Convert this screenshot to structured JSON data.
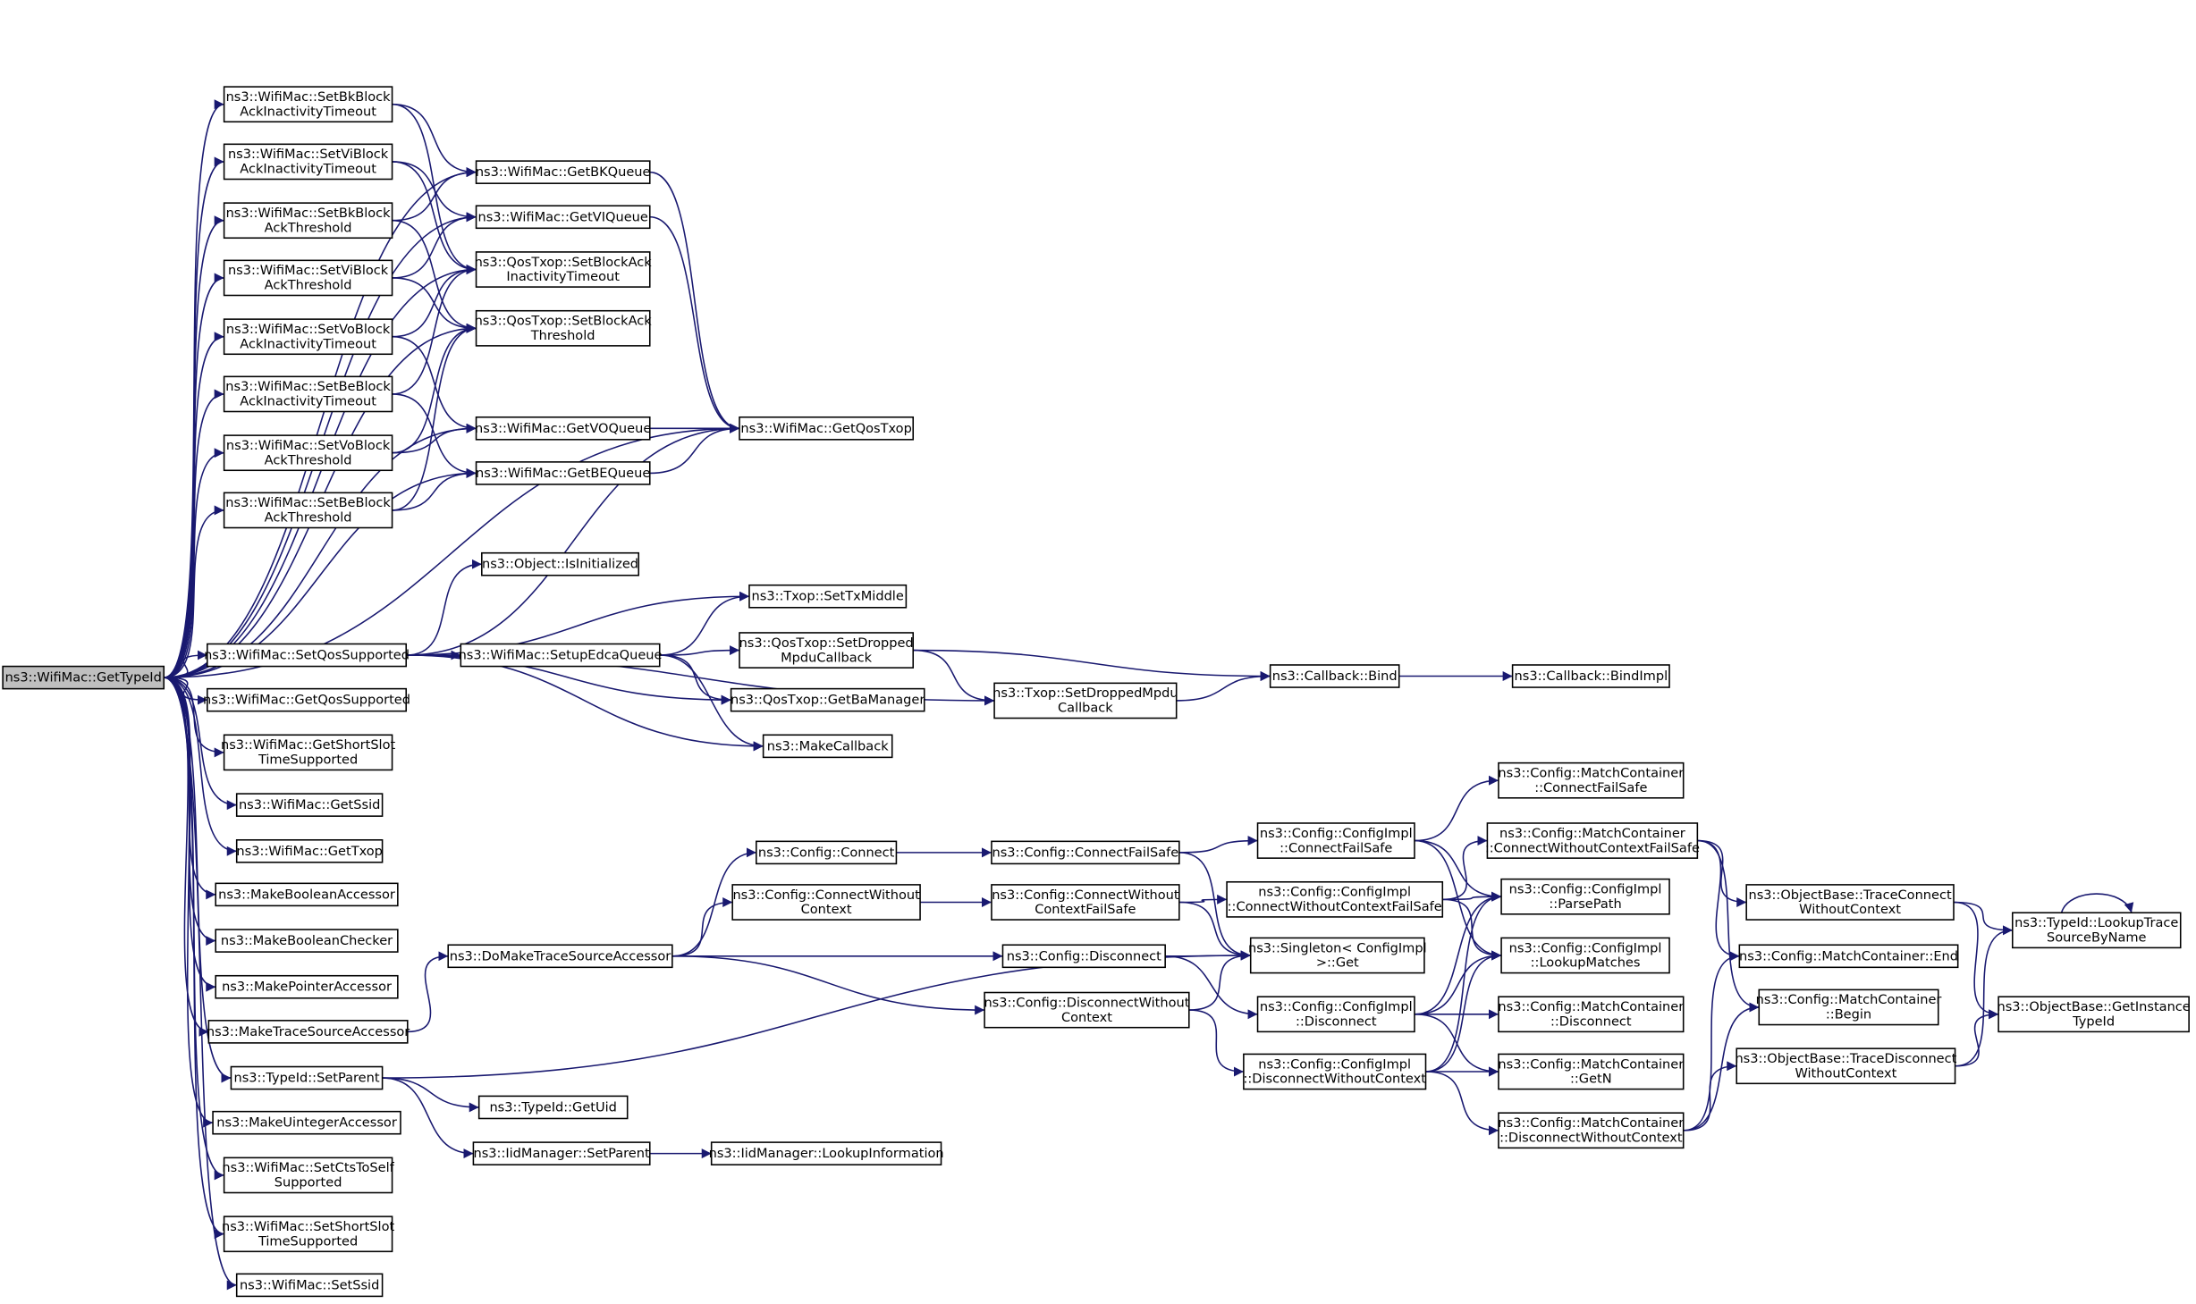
{
  "root": "ns3::WifiMac::GetTypeId",
  "nodes": [
    {
      "id": "root",
      "lines": [
        "ns3::WifiMac::GetTypeId"
      ]
    },
    {
      "id": "setBkBlockAckInact",
      "lines": [
        "ns3::WifiMac::SetBkBlock",
        "AckInactivityTimeout"
      ]
    },
    {
      "id": "setViBlockAckInact",
      "lines": [
        "ns3::WifiMac::SetViBlock",
        "AckInactivityTimeout"
      ]
    },
    {
      "id": "setBkBlockAckThr",
      "lines": [
        "ns3::WifiMac::SetBkBlock",
        "AckThreshold"
      ]
    },
    {
      "id": "setViBlockAckThr",
      "lines": [
        "ns3::WifiMac::SetViBlock",
        "AckThreshold"
      ]
    },
    {
      "id": "setVoBlockAckInact",
      "lines": [
        "ns3::WifiMac::SetVoBlock",
        "AckInactivityTimeout"
      ]
    },
    {
      "id": "setBeBlockAckInact",
      "lines": [
        "ns3::WifiMac::SetBeBlock",
        "AckInactivityTimeout"
      ]
    },
    {
      "id": "setVoBlockAckThr",
      "lines": [
        "ns3::WifiMac::SetVoBlock",
        "AckThreshold"
      ]
    },
    {
      "id": "setBeBlockAckThr",
      "lines": [
        "ns3::WifiMac::SetBeBlock",
        "AckThreshold"
      ]
    },
    {
      "id": "setQosSupported",
      "lines": [
        "ns3::WifiMac::SetQosSupported"
      ]
    },
    {
      "id": "getQosSupported",
      "lines": [
        "ns3::WifiMac::GetQosSupported"
      ]
    },
    {
      "id": "getShortSlot",
      "lines": [
        "ns3::WifiMac::GetShortSlot",
        "TimeSupported"
      ]
    },
    {
      "id": "getSsid",
      "lines": [
        "ns3::WifiMac::GetSsid"
      ]
    },
    {
      "id": "getTxop",
      "lines": [
        "ns3::WifiMac::GetTxop"
      ]
    },
    {
      "id": "makeBoolAccessor",
      "lines": [
        "ns3::MakeBooleanAccessor"
      ]
    },
    {
      "id": "makeBoolChecker",
      "lines": [
        "ns3::MakeBooleanChecker"
      ]
    },
    {
      "id": "makePtrAccessor",
      "lines": [
        "ns3::MakePointerAccessor"
      ]
    },
    {
      "id": "makeTraceSrcAccessor",
      "lines": [
        "ns3::MakeTraceSourceAccessor"
      ]
    },
    {
      "id": "typeIdSetParent",
      "lines": [
        "ns3::TypeId::SetParent"
      ]
    },
    {
      "id": "makeUintAccessor",
      "lines": [
        "ns3::MakeUintegerAccessor"
      ]
    },
    {
      "id": "setCtsToSelf",
      "lines": [
        "ns3::WifiMac::SetCtsToSelf",
        "Supported"
      ]
    },
    {
      "id": "setShortSlot",
      "lines": [
        "ns3::WifiMac::SetShortSlot",
        "TimeSupported"
      ]
    },
    {
      "id": "setSsid",
      "lines": [
        "ns3::WifiMac::SetSsid"
      ]
    },
    {
      "id": "getBKQueue",
      "lines": [
        "ns3::WifiMac::GetBKQueue"
      ]
    },
    {
      "id": "getVIQueue",
      "lines": [
        "ns3::WifiMac::GetVIQueue"
      ]
    },
    {
      "id": "qosSetBlockAckInact",
      "lines": [
        "ns3::QosTxop::SetBlockAck",
        "InactivityTimeout"
      ]
    },
    {
      "id": "qosSetBlockAckThr",
      "lines": [
        "ns3::QosTxop::SetBlockAck",
        "Threshold"
      ]
    },
    {
      "id": "getVOQueue",
      "lines": [
        "ns3::WifiMac::GetVOQueue"
      ]
    },
    {
      "id": "getBEQueue",
      "lines": [
        "ns3::WifiMac::GetBEQueue"
      ]
    },
    {
      "id": "getQosTxop",
      "lines": [
        "ns3::WifiMac::GetQosTxop"
      ]
    },
    {
      "id": "objIsInitialized",
      "lines": [
        "ns3::Object::IsInitialized"
      ]
    },
    {
      "id": "setupEdcaQueue",
      "lines": [
        "ns3::WifiMac::SetupEdcaQueue"
      ]
    },
    {
      "id": "txopSetTxMiddle",
      "lines": [
        "ns3::Txop::SetTxMiddle"
      ]
    },
    {
      "id": "qosSetDroppedMpdu",
      "lines": [
        "ns3::QosTxop::SetDropped",
        "MpduCallback"
      ]
    },
    {
      "id": "qosGetBaManager",
      "lines": [
        "ns3::QosTxop::GetBaManager"
      ]
    },
    {
      "id": "makeCallback",
      "lines": [
        "ns3::MakeCallback"
      ]
    },
    {
      "id": "txopSetDroppedMpdu",
      "lines": [
        "ns3::Txop::SetDroppedMpdu",
        "Callback"
      ]
    },
    {
      "id": "callbackBind",
      "lines": [
        "ns3::Callback::Bind"
      ]
    },
    {
      "id": "callbackBindImpl",
      "lines": [
        "ns3::Callback::BindImpl"
      ]
    },
    {
      "id": "doMakeTraceSrcAccessor",
      "lines": [
        "ns3::DoMakeTraceSourceAccessor"
      ]
    },
    {
      "id": "cfgConnect",
      "lines": [
        "ns3::Config::Connect"
      ]
    },
    {
      "id": "cfgConnectWithoutCtx",
      "lines": [
        "ns3::Config::ConnectWithout",
        "Context"
      ]
    },
    {
      "id": "cfgDisconnect",
      "lines": [
        "ns3::Config::Disconnect"
      ]
    },
    {
      "id": "cfgDisconnectWithoutCtx",
      "lines": [
        "ns3::Config::DisconnectWithout",
        "Context"
      ]
    },
    {
      "id": "cfgConnectFailSafe",
      "lines": [
        "ns3::Config::ConnectFailSafe"
      ]
    },
    {
      "id": "cfgConnectWithoutCtxFS",
      "lines": [
        "ns3::Config::ConnectWithout",
        "ContextFailSafe"
      ]
    },
    {
      "id": "implConnectFailSafe",
      "lines": [
        "ns3::Config::ConfigImpl",
        "::ConnectFailSafe"
      ]
    },
    {
      "id": "implConnectWithoutCtxFS",
      "lines": [
        "ns3::Config::ConfigImpl",
        "::ConnectWithoutContextFailSafe"
      ]
    },
    {
      "id": "singletonGet",
      "lines": [
        "ns3::Singleton< ConfigImpl",
        " >::Get"
      ]
    },
    {
      "id": "implDisconnect",
      "lines": [
        "ns3::Config::ConfigImpl",
        "::Disconnect"
      ]
    },
    {
      "id": "implDisconnectWithoutCtx",
      "lines": [
        "ns3::Config::ConfigImpl",
        "::DisconnectWithoutContext"
      ]
    },
    {
      "id": "typeIdGetUid",
      "lines": [
        "ns3::TypeId::GetUid"
      ]
    },
    {
      "id": "iidSetParent",
      "lines": [
        "ns3::IidManager::SetParent"
      ]
    },
    {
      "id": "iidLookupInfo",
      "lines": [
        "ns3::IidManager::LookupInformation"
      ]
    },
    {
      "id": "mcConnectFailSafe",
      "lines": [
        "ns3::Config::MatchContainer",
        "::ConnectFailSafe"
      ]
    },
    {
      "id": "mcConnectWithoutCtxFS",
      "lines": [
        "ns3::Config::MatchContainer",
        "::ConnectWithoutContextFailSafe"
      ]
    },
    {
      "id": "implParsePath",
      "lines": [
        "ns3::Config::ConfigImpl",
        "::ParsePath"
      ]
    },
    {
      "id": "implLookupMatches",
      "lines": [
        "ns3::Config::ConfigImpl",
        "::LookupMatches"
      ]
    },
    {
      "id": "mcDisconnect",
      "lines": [
        "ns3::Config::MatchContainer",
        "::Disconnect"
      ]
    },
    {
      "id": "mcGetN",
      "lines": [
        "ns3::Config::MatchContainer",
        "::GetN"
      ]
    },
    {
      "id": "mcDisconnectWithoutCtx",
      "lines": [
        "ns3::Config::MatchContainer",
        "::DisconnectWithoutContext"
      ]
    },
    {
      "id": "obTraceConnectWithoutCtx",
      "lines": [
        "ns3::ObjectBase::TraceConnect",
        "WithoutContext"
      ]
    },
    {
      "id": "mcEnd",
      "lines": [
        "ns3::Config::MatchContainer::End"
      ]
    },
    {
      "id": "mcBegin",
      "lines": [
        "ns3::Config::MatchContainer",
        "::Begin"
      ]
    },
    {
      "id": "obTraceDisconnectWithoutCtx",
      "lines": [
        "ns3::ObjectBase::TraceDisconnect",
        "WithoutContext"
      ]
    },
    {
      "id": "typeIdLookupTrace",
      "lines": [
        "ns3::TypeId::LookupTrace",
        "SourceByName"
      ]
    },
    {
      "id": "obGetInstanceTypeId",
      "lines": [
        "ns3::ObjectBase::GetInstance",
        "TypeId"
      ]
    }
  ],
  "edges": [
    [
      "root",
      "setBkBlockAckInact"
    ],
    [
      "root",
      "setViBlockAckInact"
    ],
    [
      "root",
      "setBkBlockAckThr"
    ],
    [
      "root",
      "setViBlockAckThr"
    ],
    [
      "root",
      "setVoBlockAckInact"
    ],
    [
      "root",
      "setBeBlockAckInact"
    ],
    [
      "root",
      "setVoBlockAckThr"
    ],
    [
      "root",
      "setBeBlockAckThr"
    ],
    [
      "root",
      "getBKQueue"
    ],
    [
      "root",
      "getVIQueue"
    ],
    [
      "root",
      "qosSetBlockAckInact"
    ],
    [
      "root",
      "qosSetBlockAckThr"
    ],
    [
      "root",
      "getVOQueue"
    ],
    [
      "root",
      "getBEQueue"
    ],
    [
      "root",
      "getQosTxop"
    ],
    [
      "root",
      "setQosSupported"
    ],
    [
      "root",
      "getQosSupported"
    ],
    [
      "root",
      "getShortSlot"
    ],
    [
      "root",
      "getSsid"
    ],
    [
      "root",
      "getTxop"
    ],
    [
      "root",
      "makeBoolAccessor"
    ],
    [
      "root",
      "makeBoolChecker"
    ],
    [
      "root",
      "makePtrAccessor"
    ],
    [
      "root",
      "makeTraceSrcAccessor"
    ],
    [
      "root",
      "typeIdSetParent"
    ],
    [
      "root",
      "makeUintAccessor"
    ],
    [
      "root",
      "setCtsToSelf"
    ],
    [
      "root",
      "setShortSlot"
    ],
    [
      "root",
      "setSsid"
    ],
    [
      "setBkBlockAckInact",
      "getBKQueue"
    ],
    [
      "setBkBlockAckInact",
      "qosSetBlockAckInact"
    ],
    [
      "setViBlockAckInact",
      "getVIQueue"
    ],
    [
      "setViBlockAckInact",
      "qosSetBlockAckInact"
    ],
    [
      "setBkBlockAckThr",
      "getBKQueue"
    ],
    [
      "setBkBlockAckThr",
      "qosSetBlockAckThr"
    ],
    [
      "setViBlockAckThr",
      "getVIQueue"
    ],
    [
      "setViBlockAckThr",
      "qosSetBlockAckThr"
    ],
    [
      "setVoBlockAckInact",
      "qosSetBlockAckInact"
    ],
    [
      "setVoBlockAckInact",
      "getVOQueue"
    ],
    [
      "setBeBlockAckInact",
      "qosSetBlockAckInact"
    ],
    [
      "setBeBlockAckInact",
      "getBEQueue"
    ],
    [
      "setVoBlockAckThr",
      "qosSetBlockAckThr"
    ],
    [
      "setVoBlockAckThr",
      "getVOQueue"
    ],
    [
      "setBeBlockAckThr",
      "qosSetBlockAckThr"
    ],
    [
      "setBeBlockAckThr",
      "getBEQueue"
    ],
    [
      "getBKQueue",
      "getQosTxop"
    ],
    [
      "getVIQueue",
      "getQosTxop"
    ],
    [
      "getVOQueue",
      "getQosTxop"
    ],
    [
      "getBEQueue",
      "getQosTxop"
    ],
    [
      "setQosSupported",
      "getQosTxop"
    ],
    [
      "setQosSupported",
      "objIsInitialized"
    ],
    [
      "setQosSupported",
      "txopSetTxMiddle"
    ],
    [
      "setQosSupported",
      "setupEdcaQueue"
    ],
    [
      "setQosSupported",
      "qosGetBaManager"
    ],
    [
      "setQosSupported",
      "makeCallback"
    ],
    [
      "setQosSupported",
      "txopSetDroppedMpdu"
    ],
    [
      "setupEdcaQueue",
      "txopSetTxMiddle"
    ],
    [
      "setupEdcaQueue",
      "qosSetDroppedMpdu"
    ],
    [
      "setupEdcaQueue",
      "qosGetBaManager"
    ],
    [
      "setupEdcaQueue",
      "makeCallback"
    ],
    [
      "qosSetDroppedMpdu",
      "callbackBind"
    ],
    [
      "qosSetDroppedMpdu",
      "txopSetDroppedMpdu"
    ],
    [
      "txopSetDroppedMpdu",
      "callbackBind"
    ],
    [
      "callbackBind",
      "callbackBindImpl"
    ],
    [
      "makeTraceSrcAccessor",
      "doMakeTraceSrcAccessor"
    ],
    [
      "doMakeTraceSrcAccessor",
      "cfgConnect"
    ],
    [
      "doMakeTraceSrcAccessor",
      "cfgConnectWithoutCtx"
    ],
    [
      "doMakeTraceSrcAccessor",
      "cfgDisconnect"
    ],
    [
      "doMakeTraceSrcAccessor",
      "cfgDisconnectWithoutCtx"
    ],
    [
      "cfgConnect",
      "cfgConnectFailSafe"
    ],
    [
      "cfgConnectWithoutCtx",
      "cfgConnectWithoutCtxFS"
    ],
    [
      "cfgConnectFailSafe",
      "implConnectFailSafe"
    ],
    [
      "cfgConnectFailSafe",
      "singletonGet"
    ],
    [
      "cfgConnectWithoutCtxFS",
      "implConnectWithoutCtxFS"
    ],
    [
      "cfgConnectWithoutCtxFS",
      "singletonGet"
    ],
    [
      "cfgDisconnect",
      "singletonGet"
    ],
    [
      "cfgDisconnect",
      "implDisconnect"
    ],
    [
      "cfgDisconnectWithoutCtx",
      "singletonGet"
    ],
    [
      "cfgDisconnectWithoutCtx",
      "implDisconnectWithoutCtx"
    ],
    [
      "typeIdSetParent",
      "singletonGet"
    ],
    [
      "typeIdSetParent",
      "typeIdGetUid"
    ],
    [
      "typeIdSetParent",
      "iidSetParent"
    ],
    [
      "iidSetParent",
      "iidLookupInfo"
    ],
    [
      "implConnectFailSafe",
      "mcConnectFailSafe"
    ],
    [
      "implConnectFailSafe",
      "implParsePath"
    ],
    [
      "implConnectFailSafe",
      "implLookupMatches"
    ],
    [
      "implConnectWithoutCtxFS",
      "mcConnectWithoutCtxFS"
    ],
    [
      "implConnectWithoutCtxFS",
      "implParsePath"
    ],
    [
      "implConnectWithoutCtxFS",
      "implLookupMatches"
    ],
    [
      "implDisconnect",
      "implParsePath"
    ],
    [
      "implDisconnect",
      "implLookupMatches"
    ],
    [
      "implDisconnect",
      "mcDisconnect"
    ],
    [
      "implDisconnect",
      "mcGetN"
    ],
    [
      "implDisconnectWithoutCtx",
      "implParsePath"
    ],
    [
      "implDisconnectWithoutCtx",
      "implLookupMatches"
    ],
    [
      "implDisconnectWithoutCtx",
      "mcGetN"
    ],
    [
      "implDisconnectWithoutCtx",
      "mcDisconnectWithoutCtx"
    ],
    [
      "mcConnectWithoutCtxFS",
      "obTraceConnectWithoutCtx"
    ],
    [
      "mcConnectWithoutCtxFS",
      "mcEnd"
    ],
    [
      "mcConnectWithoutCtxFS",
      "mcBegin"
    ],
    [
      "mcDisconnectWithoutCtx",
      "mcEnd"
    ],
    [
      "mcDisconnectWithoutCtx",
      "mcBegin"
    ],
    [
      "mcDisconnectWithoutCtx",
      "obTraceDisconnectWithoutCtx"
    ],
    [
      "obTraceConnectWithoutCtx",
      "typeIdLookupTrace"
    ],
    [
      "obTraceConnectWithoutCtx",
      "obGetInstanceTypeId"
    ],
    [
      "obTraceDisconnectWithoutCtx",
      "typeIdLookupTrace"
    ],
    [
      "obTraceDisconnectWithoutCtx",
      "obGetInstanceTypeId"
    ],
    [
      "typeIdLookupTrace",
      "typeIdLookupTrace"
    ]
  ]
}
